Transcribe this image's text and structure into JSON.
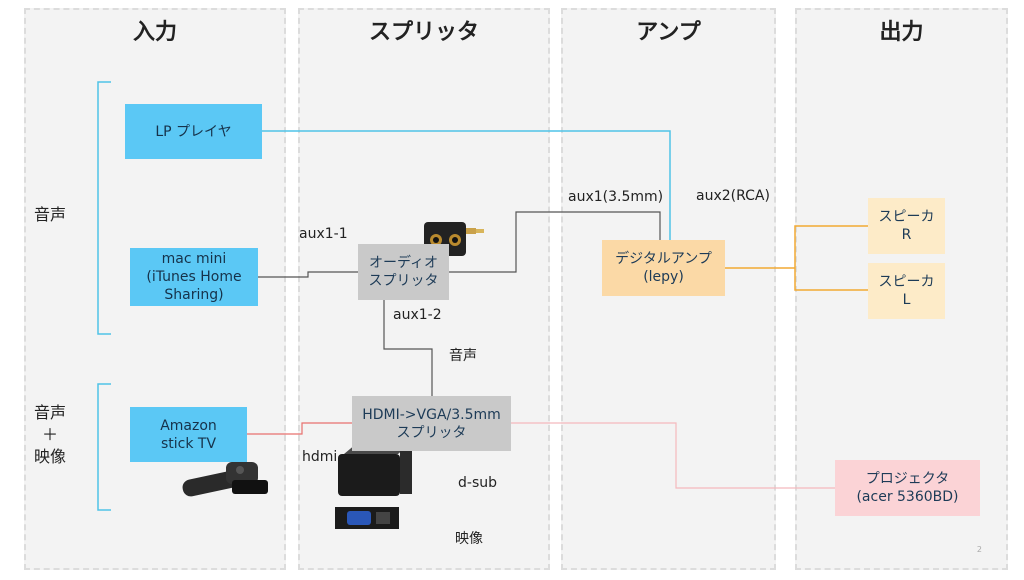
{
  "columns": {
    "input": "入力",
    "splitter": "スプリッタ",
    "amp": "アンプ",
    "output": "出力"
  },
  "groups": {
    "audio": "音声",
    "audio_video": "音声\n＋\n映像"
  },
  "nodes": {
    "lp_player": "LP プレイヤ",
    "mac_mini": "mac mini\n(iTunes Home\nSharing)",
    "amazon": "Amazon\nstick TV",
    "audio_splitter": "オーディオ\nスプリッタ",
    "hdmi_splitter": "HDMI->VGA/3.5mm\nスプリッタ",
    "digital_amp": "デジタルアンプ\n(lepy)",
    "speaker_r": "スピーカ\nR",
    "speaker_l": "スピーカ\nL",
    "projector": "プロジェクタ\n(acer 5360BD)"
  },
  "labels": {
    "aux1_1": "aux1-1",
    "aux1_2": "aux1-2",
    "aux1": "aux1(3.5mm)",
    "aux2": "aux2(RCA)",
    "audio": "音声",
    "hdmi": "hdmi",
    "dsub": "d-sub",
    "video": "映像"
  },
  "page_number": "2",
  "colors": {
    "column_bg": "#f3f3f3",
    "blue_box": "#5bc8f5",
    "grey_box": "#c9c9c9",
    "amp_box": "#fbd9a6",
    "speaker_box": "#fdebc8",
    "projector_box": "#fbd3d6",
    "bracket": "#4fc3e8",
    "wire_blue": "#4fc3e8",
    "wire_grey": "#555555",
    "wire_orange": "#f2a933",
    "wire_red": "#e8706e",
    "wire_pink": "#f4b9bd"
  }
}
